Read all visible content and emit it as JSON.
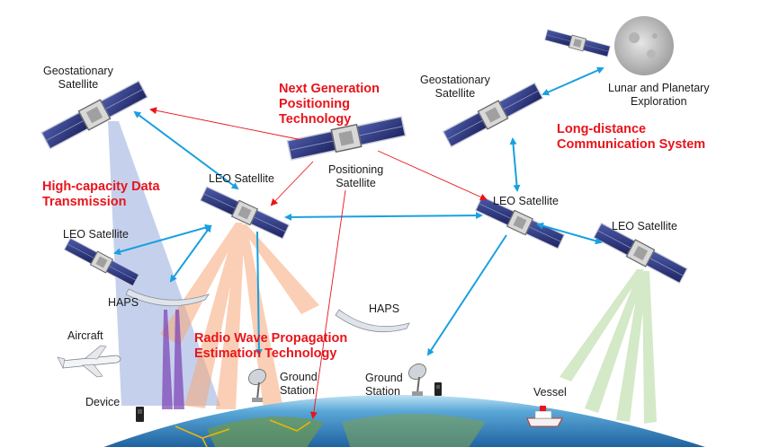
{
  "labels": {
    "geo_left": "Geostationary\nSatellite",
    "geo_right": "Geostationary\nSatellite",
    "lunar": "Lunar and Planetary\nExploration",
    "leo_center": "LEO Satellite",
    "leo_right_mid": "LEO Satellite",
    "leo_far_right": "LEO Satellite",
    "leo_left": "LEO Satellite",
    "positioning": "Positioning\nSatellite",
    "haps_left": "HAPS",
    "haps_center": "HAPS",
    "aircraft": "Aircraft",
    "device": "Device",
    "ground_center": "Ground\nStation",
    "ground_right": "Ground\nStation",
    "vessel": "Vessel"
  },
  "headings": {
    "next_gen": "Next Generation\nPositioning\nTechnology",
    "high_capacity": "High-capacity Data\nTransmission",
    "long_distance": "Long-distance\nCommunication System",
    "radio_wave": "Radio Wave Propagation\nEstimation Technology"
  },
  "colors": {
    "link_blue": "#1aa0e0",
    "signal_red": "#e8141b",
    "heading_red": "#e8141b",
    "beam_blue": "#9fb3e0",
    "beam_orange": "#f6a87a",
    "beam_green": "#b9dca2",
    "beam_purple": "#7a3fb5"
  }
}
